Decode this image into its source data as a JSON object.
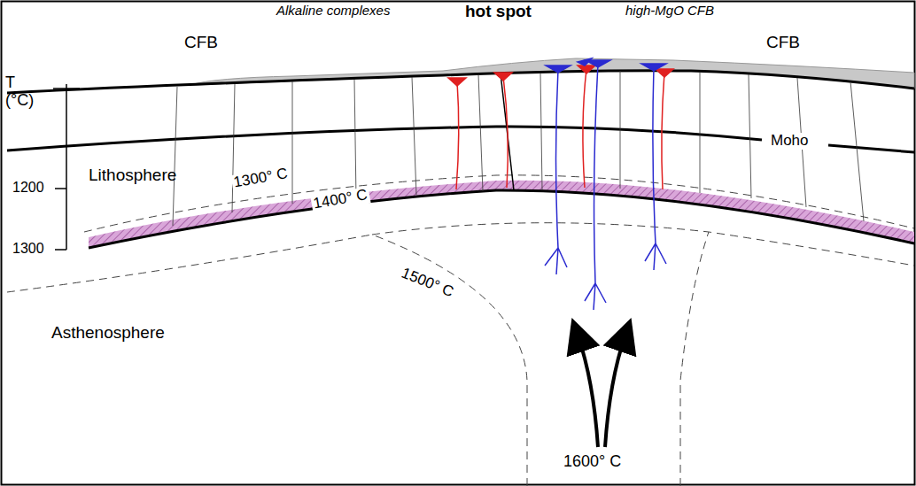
{
  "diagram": {
    "labels": [
      "CFB",
      "Alkaline complexes",
      "hot spot",
      "high-MgO CFB",
      "CFB",
      "T (°C)",
      "1200",
      "1300",
      "Lithosphere",
      "1300° C",
      "1400° C",
      "Moho",
      "1500° C",
      "Asthenosphere",
      "1600° C"
    ]
  }
}
